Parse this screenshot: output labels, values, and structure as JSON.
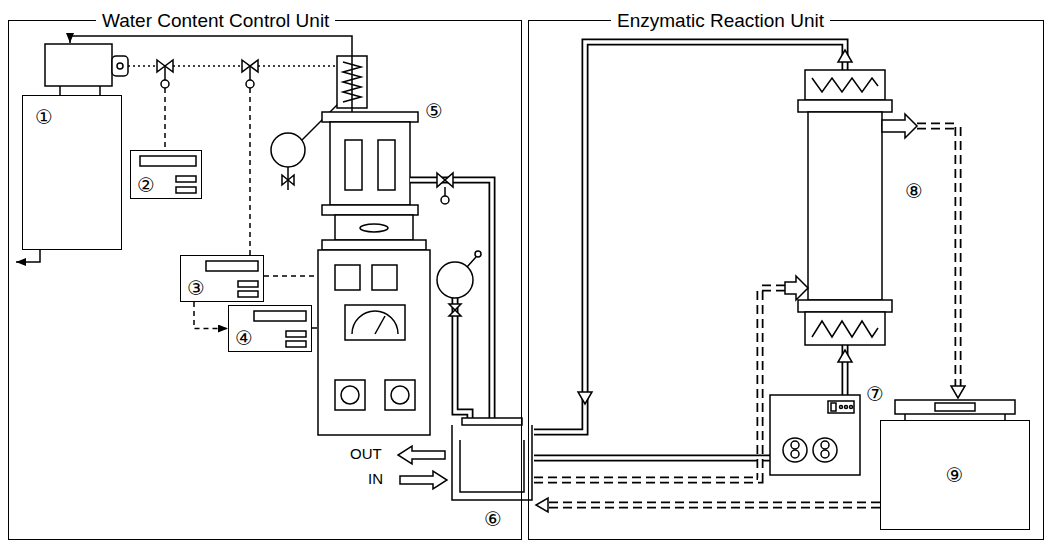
{
  "diagram": {
    "nodes": [
      {
        "text": [
          "Water Content Control Unit"
        ]
      },
      {
        "text": [
          "①"
        ],
        "in": 0
      },
      {
        "text": [
          "②"
        ],
        "in": 0
      },
      {
        "text": [
          "③"
        ],
        "in": 0
      },
      {
        "text": [
          "④"
        ],
        "in": 0
      },
      {
        "text": [
          "Enzymatic Reaction Unit"
        ]
      },
      {
        "text": [
          "⑨"
        ],
        "in": 5
      }
    ],
    "edges": [
      {
        "from": 3,
        "to": 4,
        "arrow": "to"
      }
    ],
    "labels": [
      "⑤",
      "⑥",
      "⑦",
      "⑧",
      "OUT",
      "IN"
    ]
  }
}
